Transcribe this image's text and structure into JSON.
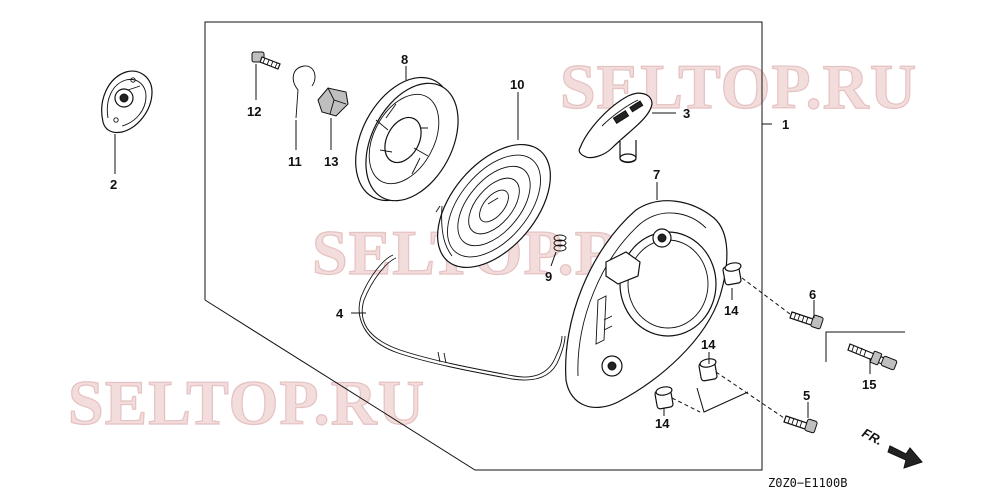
{
  "watermarks": [
    "SELTOP.RU",
    "SELTOP.RU",
    "SELTOP.RU"
  ],
  "callouts": [
    "1",
    "2",
    "3",
    "4",
    "5",
    "6",
    "7",
    "8",
    "9",
    "10",
    "11",
    "12",
    "13",
    "14",
    "14",
    "14",
    "15"
  ],
  "drawing_code": "Z0Z0−E1100B",
  "direction_label": "FR."
}
